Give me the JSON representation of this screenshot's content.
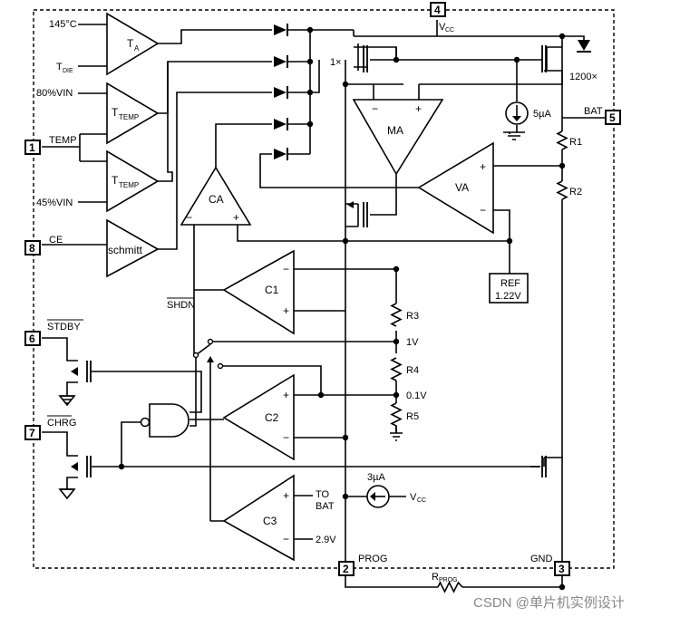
{
  "pins": {
    "temp": {
      "number": "1",
      "label": "TEMP"
    },
    "prog": {
      "number": "2",
      "label": "PROG"
    },
    "gnd": {
      "number": "3",
      "label": "GND"
    },
    "vcc": {
      "number": "4",
      "label": "V",
      "sub": "CC"
    },
    "bat": {
      "number": "5",
      "label": "BAT"
    },
    "stdby": {
      "number": "6",
      "label": "STDBY"
    },
    "chrg": {
      "number": "7",
      "label": "CHRG"
    },
    "ce": {
      "number": "8",
      "label": "CE"
    }
  },
  "amplifiers": {
    "ta": {
      "label": "T",
      "sub": "A"
    },
    "ttemp_top": {
      "label": "T",
      "sub": "TEMP"
    },
    "ttemp_bot": {
      "label": "T",
      "sub": "TEMP"
    },
    "schmitt": {
      "label": "schmitt"
    },
    "ca": {
      "label": "CA"
    },
    "ma": {
      "label": "MA"
    },
    "va": {
      "label": "VA"
    },
    "c1": {
      "label": "C1"
    },
    "c2": {
      "label": "C2"
    },
    "c3": {
      "label": "C3"
    }
  },
  "signals": {
    "t145": "145°C",
    "tdie": "T",
    "tdie_sub": "DIE",
    "v80": "80%VIN",
    "v45": "45%VIN",
    "shdn": "SHDN",
    "mirror_1x": "1×",
    "mirror_1200x": "1200×",
    "current_5ua": "5µA",
    "current_3ua": "3µA",
    "vcc_src": "V",
    "vcc_src_sub": "CC",
    "to_bat_1": "TO",
    "to_bat_2": "BAT",
    "v29": "2.9V",
    "v1": "1V",
    "v01": "0.1V",
    "ref_1": "REF",
    "ref_2": "1.22V",
    "rprog": "R",
    "rprog_sub": "PROG"
  },
  "resistors": {
    "r1": "R1",
    "r2": "R2",
    "r3": "R3",
    "r4": "R4",
    "r5": "R5"
  },
  "signs": {
    "plus": "+",
    "minus": "−"
  },
  "watermark": "CSDN @单片机实例设计"
}
